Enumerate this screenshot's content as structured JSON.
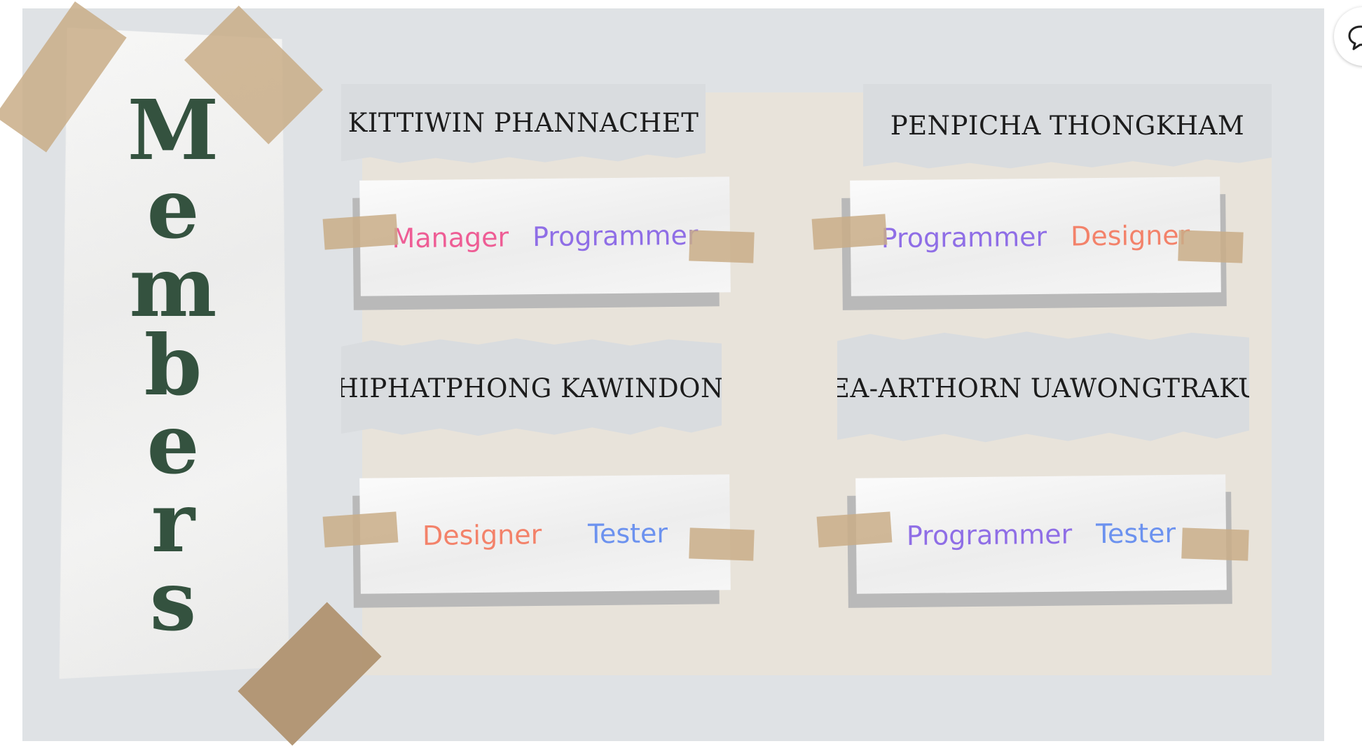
{
  "slide": {
    "title_letters": [
      "M",
      "e",
      "m",
      "b",
      "e",
      "r",
      "s"
    ]
  },
  "members": [
    {
      "name": "KITTIWIN PHANNACHET",
      "roles": [
        {
          "label": "Manager",
          "color": "#ee5d95"
        },
        {
          "label": "Programmer",
          "color": "#8f6ee6"
        }
      ]
    },
    {
      "name": "PENPICHA THONGKHAM",
      "roles": [
        {
          "label": "Programmer",
          "color": "#8f6ee6"
        },
        {
          "label": "Designer",
          "color": "#f3826a"
        }
      ]
    },
    {
      "name": "PHIPHATPHONG KAWINDONG",
      "roles": [
        {
          "label": "Designer",
          "color": "#f3826a"
        },
        {
          "label": "Tester",
          "color": "#6c92ef"
        }
      ]
    },
    {
      "name": "UEA-ARTHORN UAWONGTRAKUL",
      "roles": [
        {
          "label": "Programmer",
          "color": "#8f6ee6"
        },
        {
          "label": "Tester",
          "color": "#6c92ef"
        }
      ]
    }
  ],
  "colors": {
    "title": "#34523f",
    "background": "#dfe2e5",
    "panel": "#e8e3da",
    "tape": "#c9ad87"
  },
  "icons": {
    "chat": "chat-bubble-icon"
  }
}
